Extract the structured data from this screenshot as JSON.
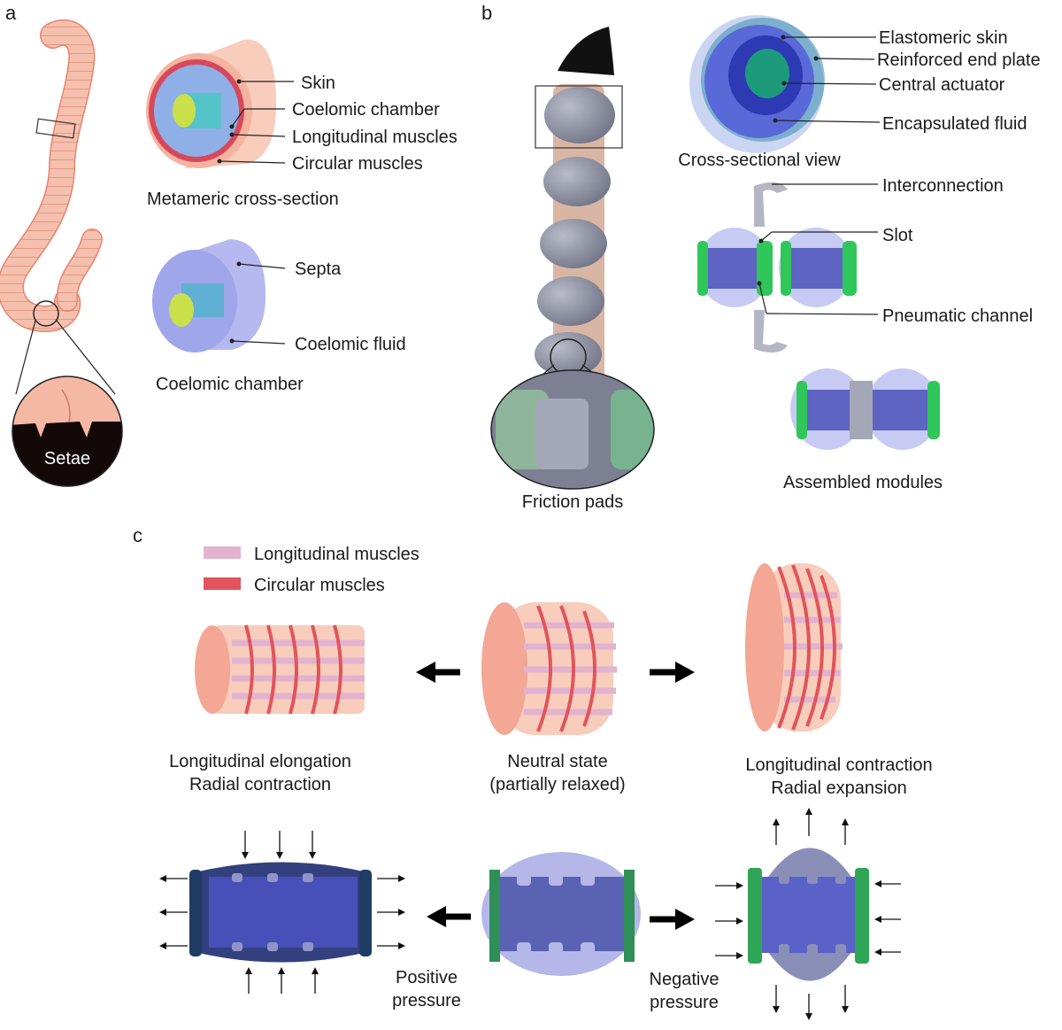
{
  "panels": {
    "a": "a",
    "b": "b",
    "c": "c"
  },
  "panel_a": {
    "setae": "Setae",
    "metameric": {
      "labels": [
        "Skin",
        "Coelomic chamber",
        "Longitudinal muscles",
        "Circular muscles"
      ],
      "caption": "Metameric cross-section"
    },
    "chamber": {
      "labels": [
        "Septa",
        "Coelomic fluid"
      ],
      "caption": "Coelomic chamber"
    }
  },
  "panel_b": {
    "friction_pads": "Friction pads",
    "cross_section": {
      "labels": [
        "Elastomeric skin",
        "Reinforced  end plate",
        "Central actuator",
        "Encapsulated fluid"
      ],
      "caption": "Cross-sectional view"
    },
    "module_labels": [
      "Interconnection",
      "Slot",
      "Pneumatic channel"
    ],
    "assembled": "Assembled modules"
  },
  "panel_c": {
    "legend": [
      {
        "label": "Longitudinal  muscles",
        "color": "#e2b3cf"
      },
      {
        "label": "Circular muscles",
        "color": "#e2545a"
      }
    ],
    "states": {
      "left": [
        "Longitudinal elongation",
        "Radial contraction"
      ],
      "middle": [
        "Neutral state",
        "(partially relaxed)"
      ],
      "right": [
        "Longitudinal contraction",
        "Radial expansion"
      ]
    },
    "pressure": {
      "positive": [
        "Positive",
        "pressure"
      ],
      "negative": [
        "Negative",
        "pressure"
      ]
    }
  },
  "colors": {
    "skin": "#f6c0ae",
    "skin_dark": "#e8846f",
    "circular": "#e2545a",
    "longitudinal": "#e2b3cf",
    "blue": "#7c8ae6",
    "deep_blue": "#3a4bc4",
    "green": "#2fc75a",
    "lime": "#c9e04b",
    "teal": "#4ab3c9",
    "gray": "#8a8d9c"
  }
}
